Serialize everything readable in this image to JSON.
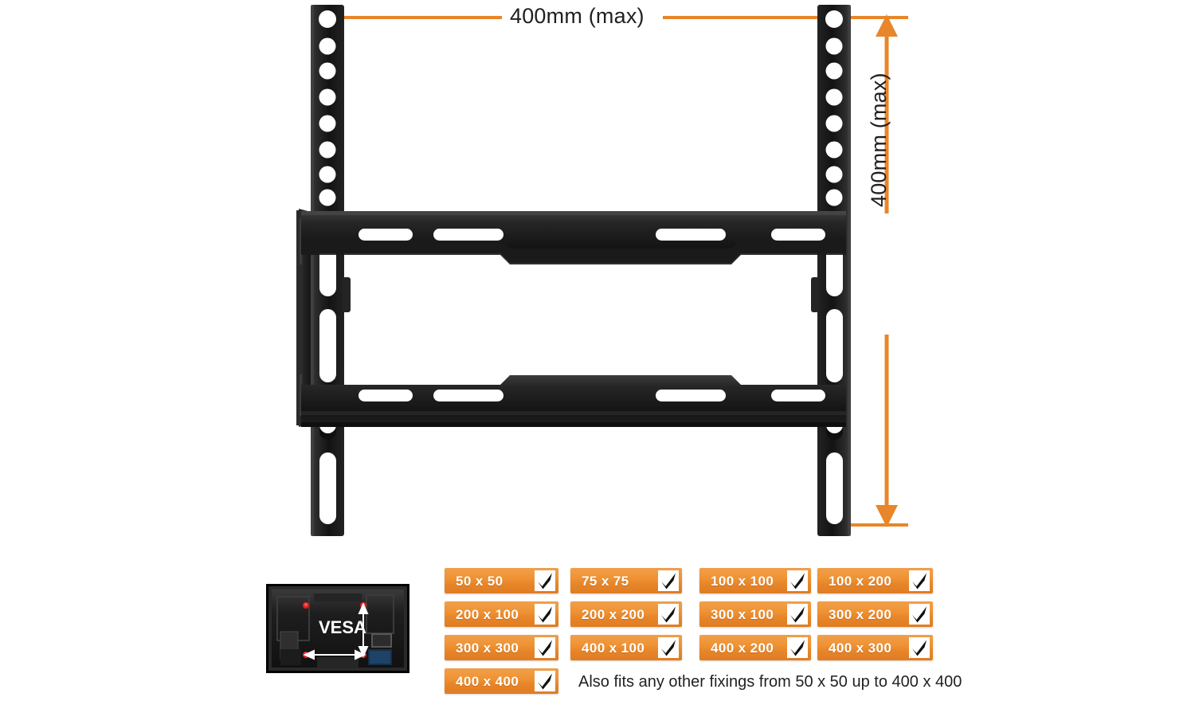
{
  "product": {
    "type": "tv-wall-mount-bracket-diagram",
    "colors": {
      "accent_orange": "#e8862a",
      "badge_orange_light": "#f0a04b",
      "bracket_black": "#1a1a1a",
      "text_dark": "#231f20",
      "marker_red": "#e02020",
      "background": "#ffffff"
    }
  },
  "dimensions": {
    "top_label": "400mm (max)",
    "right_label": "400mm (max)"
  },
  "vesa_thumbnail": {
    "label": "VESA"
  },
  "vesa_badges": [
    {
      "label": "50 x 50",
      "check": true,
      "row": 0,
      "col": 0
    },
    {
      "label": "75 x 75",
      "check": true,
      "row": 0,
      "col": 1
    },
    {
      "label": "100 x 100",
      "check": true,
      "row": 0,
      "col": 2
    },
    {
      "label": "100 x 200",
      "check": true,
      "row": 0,
      "col": 3
    },
    {
      "label": "200 x 100",
      "check": true,
      "row": 1,
      "col": 0
    },
    {
      "label": "200 x 200",
      "check": true,
      "row": 1,
      "col": 1
    },
    {
      "label": "300 x 100",
      "check": true,
      "row": 1,
      "col": 2
    },
    {
      "label": "300 x 200",
      "check": true,
      "row": 1,
      "col": 3
    },
    {
      "label": "300 x 300",
      "check": true,
      "row": 2,
      "col": 0
    },
    {
      "label": "400 x 100",
      "check": true,
      "row": 2,
      "col": 1
    },
    {
      "label": "400 x 200",
      "check": true,
      "row": 2,
      "col": 2
    },
    {
      "label": "400 x 300",
      "check": true,
      "row": 2,
      "col": 3
    },
    {
      "label": "400 x 400",
      "check": true,
      "row": 3,
      "col": 0
    }
  ],
  "footnote": {
    "text": "Also fits any other fixings from 50 x 50 up to 400 x 400"
  }
}
